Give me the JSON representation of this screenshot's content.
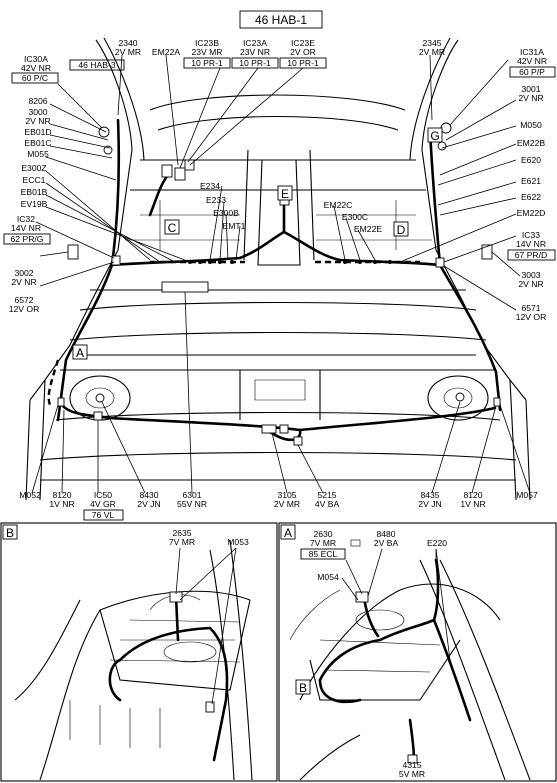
{
  "diagram": {
    "title": "46  HAB-1",
    "sub_ref": "46  HAB-3",
    "main_labels": [
      {
        "id": "2340",
        "lines": [
          "2340",
          "2V  MR"
        ]
      },
      {
        "id": "EM22A",
        "lines": [
          "EM22A"
        ]
      },
      {
        "id": "IC23B",
        "lines": [
          "IC23B",
          "23V  MR"
        ],
        "ref": "10  PR-1"
      },
      {
        "id": "IC23A",
        "lines": [
          "IC23A",
          "23V  NR"
        ],
        "ref": "10  PR-1"
      },
      {
        "id": "IC23E",
        "lines": [
          "IC23E",
          "2V  OR"
        ],
        "ref": "10  PR-1"
      },
      {
        "id": "2345",
        "lines": [
          "2345",
          "2V  MR"
        ]
      },
      {
        "id": "IC30A",
        "lines": [
          "IC30A",
          "42V  NR"
        ],
        "ref": "60  P/C"
      },
      {
        "id": "IC31A",
        "lines": [
          "IC31A",
          "42V  NR"
        ],
        "ref": "60  P/P"
      },
      {
        "id": "8206",
        "lines": [
          "8206"
        ]
      },
      {
        "id": "3000",
        "lines": [
          "3000",
          "2V  NR"
        ]
      },
      {
        "id": "EB01D",
        "lines": [
          "EB01D"
        ]
      },
      {
        "id": "EB01C",
        "lines": [
          "EB01C"
        ]
      },
      {
        "id": "M055",
        "lines": [
          "M055"
        ]
      },
      {
        "id": "E300Z",
        "lines": [
          "E300Z"
        ]
      },
      {
        "id": "ECC1",
        "lines": [
          "ECC1"
        ]
      },
      {
        "id": "EB01B",
        "lines": [
          "EB01B"
        ]
      },
      {
        "id": "EV19B",
        "lines": [
          "EV19B"
        ]
      },
      {
        "id": "IC32",
        "lines": [
          "IC32",
          "14V  NR"
        ],
        "ref": "62  PR/G"
      },
      {
        "id": "3002",
        "lines": [
          "3002",
          "2V  NR"
        ]
      },
      {
        "id": "6572",
        "lines": [
          "6572",
          "12V  OR"
        ]
      },
      {
        "id": "3001",
        "lines": [
          "3001",
          "2V  NR"
        ]
      },
      {
        "id": "M050",
        "lines": [
          "M050"
        ]
      },
      {
        "id": "EM22B",
        "lines": [
          "EM22B"
        ]
      },
      {
        "id": "E620",
        "lines": [
          "E620"
        ]
      },
      {
        "id": "E621",
        "lines": [
          "E621"
        ]
      },
      {
        "id": "E622",
        "lines": [
          "E622"
        ]
      },
      {
        "id": "EM22D",
        "lines": [
          "EM22D"
        ]
      },
      {
        "id": "IC33",
        "lines": [
          "IC33",
          "14V  NR"
        ],
        "ref": "67  PR/D"
      },
      {
        "id": "3003",
        "lines": [
          "3003",
          "2V  NR"
        ]
      },
      {
        "id": "6571",
        "lines": [
          "6571",
          "12V  OR"
        ]
      },
      {
        "id": "E234",
        "lines": [
          "E234"
        ]
      },
      {
        "id": "E233",
        "lines": [
          "E233"
        ]
      },
      {
        "id": "E300B",
        "lines": [
          "E300B"
        ]
      },
      {
        "id": "EMT1",
        "lines": [
          "EMT1"
        ]
      },
      {
        "id": "EM22C",
        "lines": [
          "EM22C"
        ]
      },
      {
        "id": "E300C",
        "lines": [
          "E300C"
        ]
      },
      {
        "id": "EM22E",
        "lines": [
          "EM22E"
        ]
      },
      {
        "id": "M052",
        "lines": [
          "M052"
        ]
      },
      {
        "id": "8120L",
        "lines": [
          "8120",
          "1V  NR"
        ]
      },
      {
        "id": "IC50",
        "lines": [
          "IC50",
          "4V  GR"
        ],
        "ref": "76  VL"
      },
      {
        "id": "8430",
        "lines": [
          "8430",
          "2V  JN"
        ]
      },
      {
        "id": "6301",
        "lines": [
          "6301",
          "55V  NR"
        ]
      },
      {
        "id": "3105",
        "lines": [
          "3105",
          "2V  MR"
        ]
      },
      {
        "id": "5215",
        "lines": [
          "5215",
          "4V  BA"
        ]
      },
      {
        "id": "8435",
        "lines": [
          "8435",
          "2V  JN"
        ]
      },
      {
        "id": "8120R",
        "lines": [
          "8120",
          "1V  NR"
        ]
      },
      {
        "id": "M057",
        "lines": [
          "M057"
        ]
      }
    ],
    "view_markers": [
      "A",
      "B",
      "C",
      "D",
      "E",
      "G"
    ],
    "panel_b": {
      "letter": "B",
      "labels": [
        {
          "id": "2635",
          "lines": [
            "2635",
            "7V  MR"
          ]
        },
        {
          "id": "M053",
          "lines": [
            "M053"
          ]
        }
      ]
    },
    "panel_a": {
      "letter": "A",
      "inner_marker": "B",
      "labels": [
        {
          "id": "2630",
          "lines": [
            "2630",
            "7V  MR"
          ],
          "ref": "85  ECL"
        },
        {
          "id": "8480",
          "lines": [
            "8480",
            "2V  BA"
          ]
        },
        {
          "id": "E220",
          "lines": [
            "E220"
          ]
        },
        {
          "id": "M054",
          "lines": [
            "M054"
          ]
        },
        {
          "id": "4315",
          "lines": [
            "4315",
            "5V  MR"
          ]
        }
      ]
    }
  }
}
